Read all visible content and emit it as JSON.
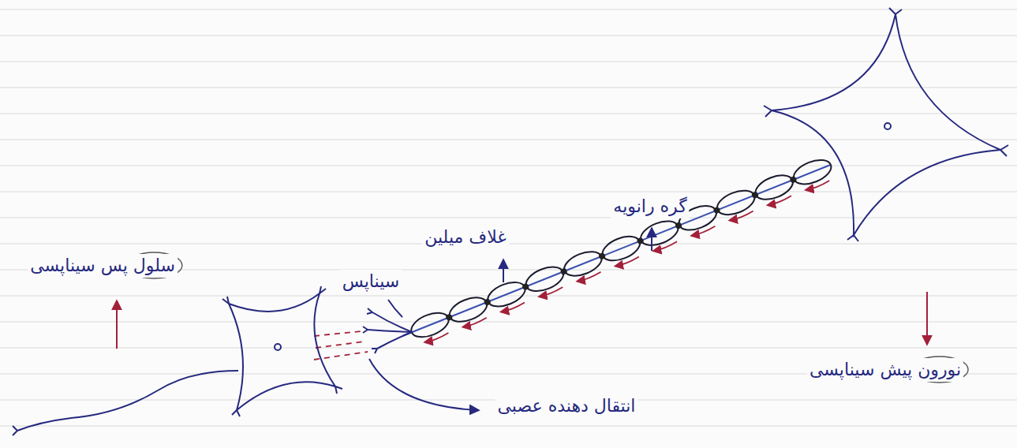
{
  "diagram": {
    "labels": [
      "سلول پس سیناپسی",
      "سیناپس",
      "غلاف میلین",
      "گره رانویه",
      "انتقال دهنده عصبی",
      "نورون پیش سیناپسی"
    ]
  }
}
